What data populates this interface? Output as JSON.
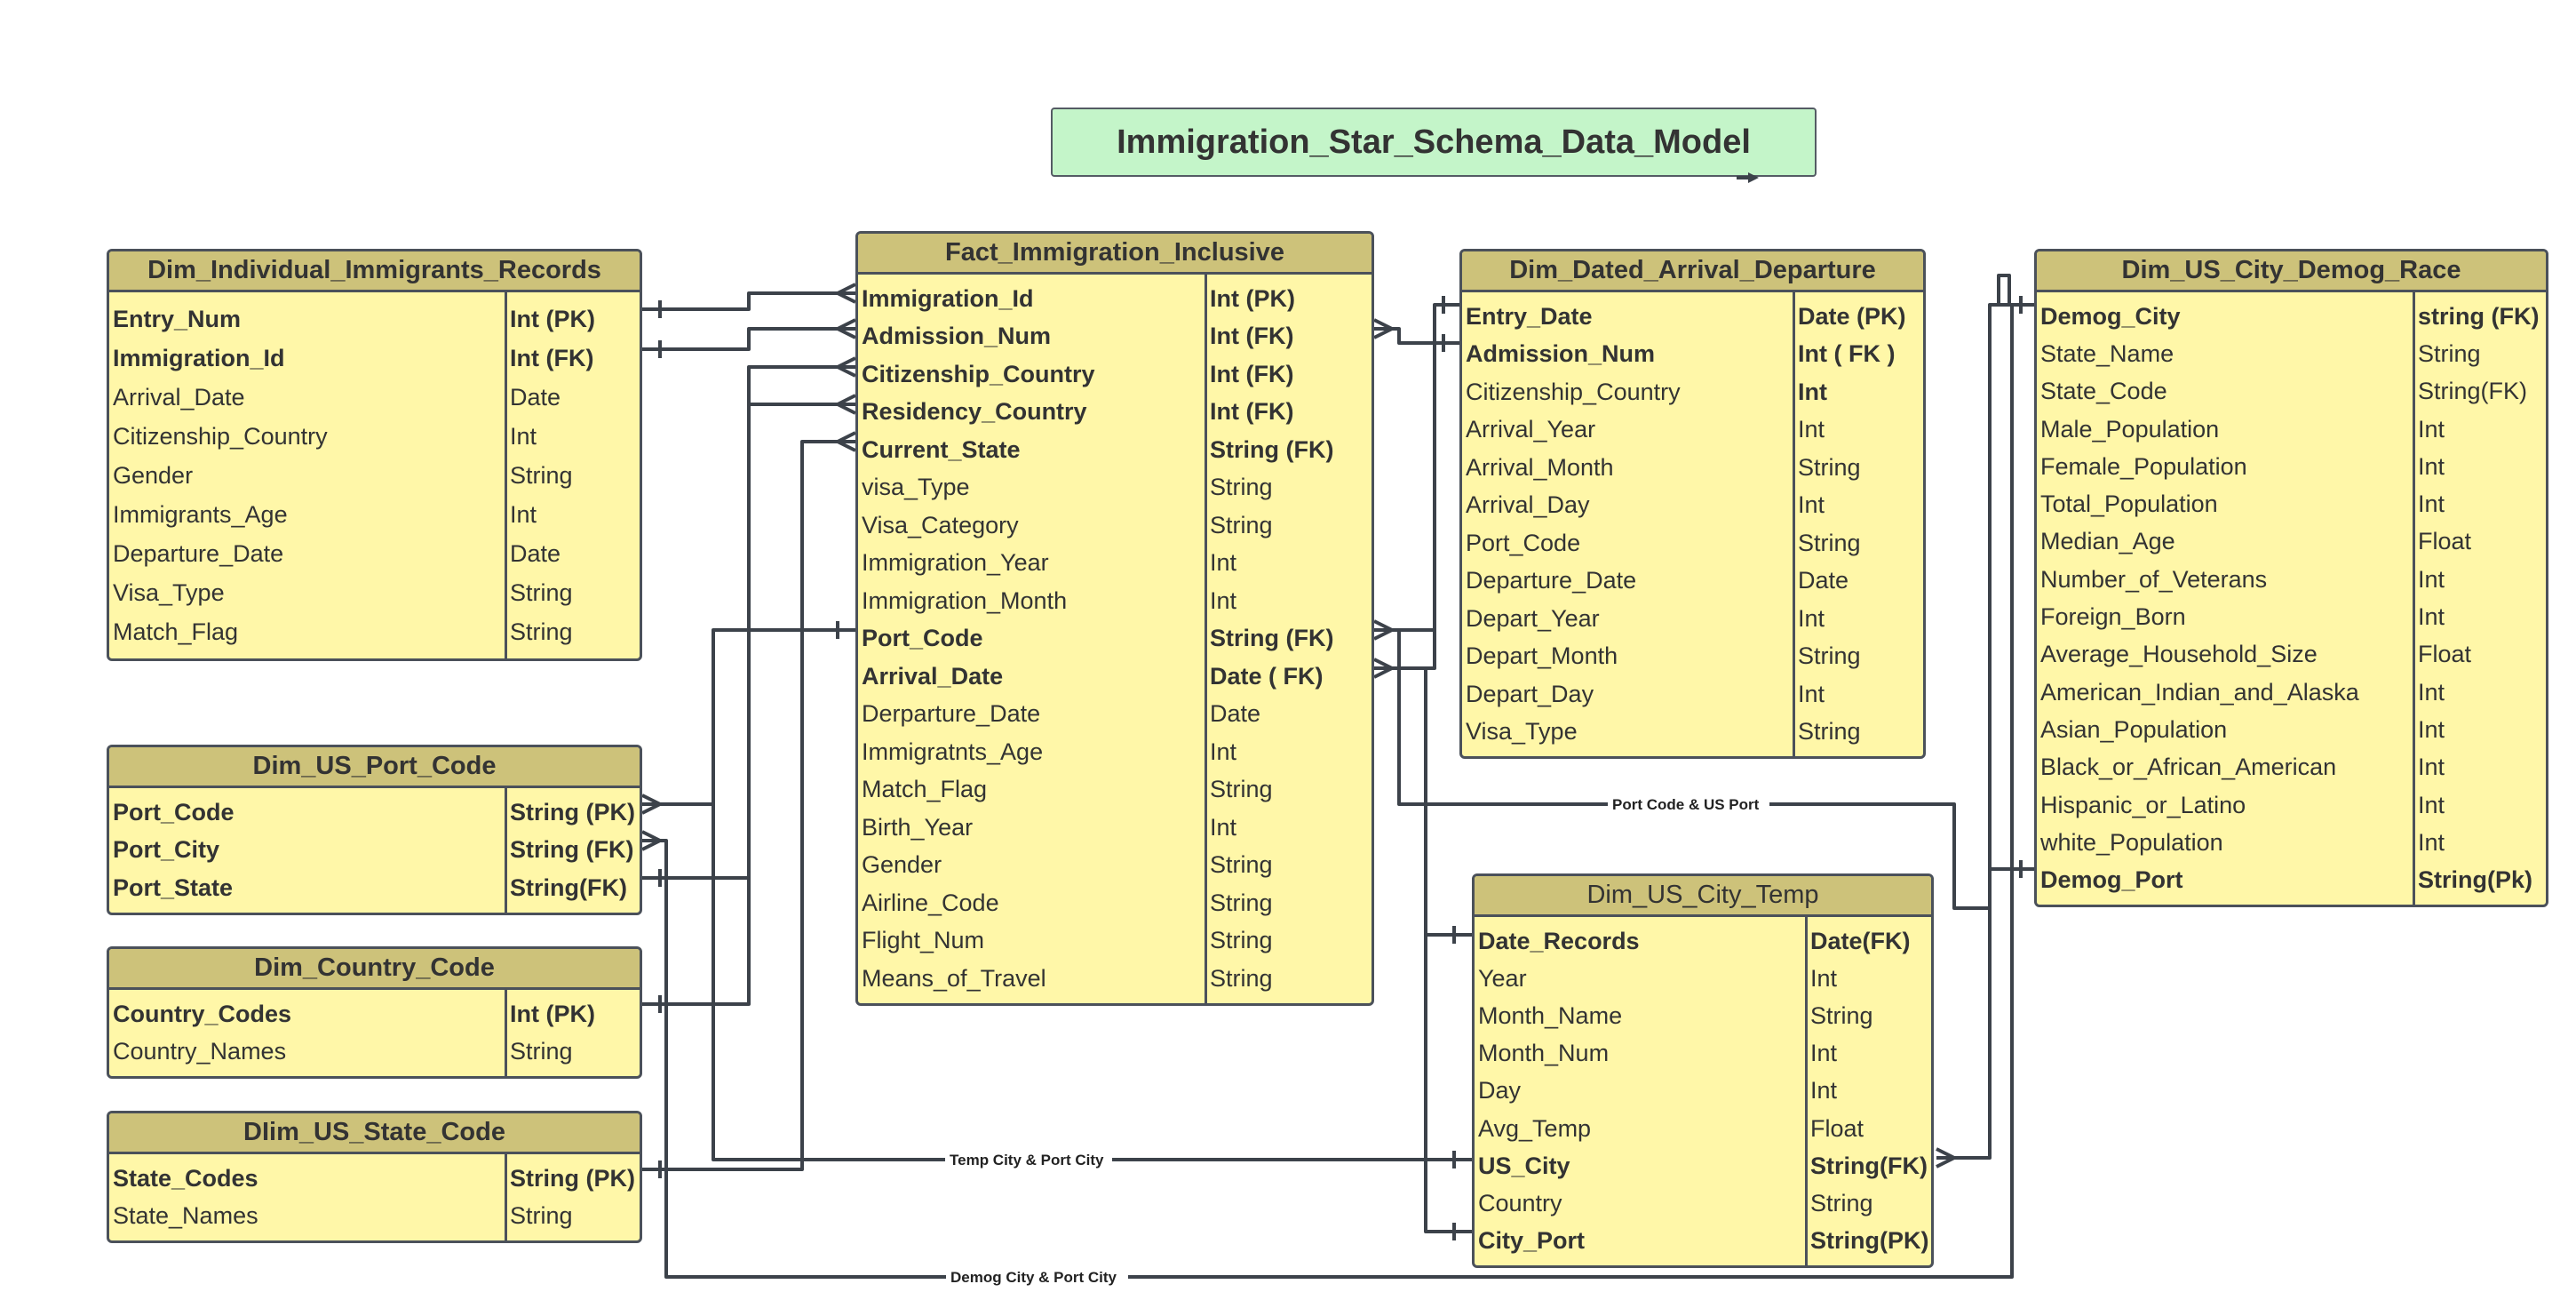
{
  "title": "Immigration_Star_Schema_Data_Model",
  "tables": [
    {
      "name": "Dim_Individual_Immigrants_Records",
      "columns": [
        {
          "field": "Entry_Num",
          "type": "Int (PK)",
          "bold": true
        },
        {
          "field": "Immigration_Id",
          "type": "Int (FK)",
          "bold": true
        },
        {
          "field": "Arrival_Date",
          "type": "Date",
          "bold": false
        },
        {
          "field": "Citizenship_Country",
          "type": "Int",
          "bold": false
        },
        {
          "field": "Gender",
          "type": "String",
          "bold": false
        },
        {
          "field": "Immigrants_Age",
          "type": "Int",
          "bold": false
        },
        {
          "field": "Departure_Date",
          "type": "Date",
          "bold": false
        },
        {
          "field": "Visa_Type",
          "type": "String",
          "bold": false
        },
        {
          "field": "Match_Flag",
          "type": "String",
          "bold": false
        }
      ]
    },
    {
      "name": "Fact_Immigration_Inclusive",
      "columns": [
        {
          "field": "Immigration_Id",
          "type": "Int (PK)",
          "bold": true
        },
        {
          "field": "Admission_Num",
          "type": "Int (FK)",
          "bold": true
        },
        {
          "field": "Citizenship_Country",
          "type": "Int (FK)",
          "bold": true
        },
        {
          "field": "Residency_Country",
          "type": "Int (FK)",
          "bold": true
        },
        {
          "field": "Current_State",
          "type": "String (FK)",
          "bold": true
        },
        {
          "field": "visa_Type",
          "type": "String",
          "bold": false
        },
        {
          "field": "Visa_Category",
          "type": "String",
          "bold": false
        },
        {
          "field": "Immigration_Year",
          "type": "Int",
          "bold": false
        },
        {
          "field": "Immigration_Month",
          "type": "Int",
          "bold": false
        },
        {
          "field": "Port_Code",
          "type": "String (FK)",
          "bold": true
        },
        {
          "field": "Arrival_Date",
          "type": "Date ( FK)",
          "bold": true
        },
        {
          "field": "Derparture_Date",
          "type": "Date",
          "bold": false
        },
        {
          "field": "Immigratnts_Age",
          "type": "Int",
          "bold": false
        },
        {
          "field": "Match_Flag",
          "type": "String",
          "bold": false
        },
        {
          "field": "Birth_Year",
          "type": "Int",
          "bold": false
        },
        {
          "field": "Gender",
          "type": "String",
          "bold": false
        },
        {
          "field": "Airline_Code",
          "type": "String",
          "bold": false
        },
        {
          "field": "Flight_Num",
          "type": "String",
          "bold": false
        },
        {
          "field": "Means_of_Travel",
          "type": "String",
          "bold": false
        }
      ]
    },
    {
      "name": "Dim_Dated_Arrival_Departure",
      "columns": [
        {
          "field": "Entry_Date",
          "type": "Date (PK)",
          "bold": true
        },
        {
          "field": "Admission_Num",
          "type": "Int ( FK )",
          "bold": true
        },
        {
          "field": "Citizenship_Country",
          "type": "Int",
          "bold": false,
          "typeBold": true
        },
        {
          "field": "Arrival_Year",
          "type": "Int",
          "bold": false
        },
        {
          "field": "Arrival_Month",
          "type": "String",
          "bold": false
        },
        {
          "field": "Arrival_Day",
          "type": "Int",
          "bold": false
        },
        {
          "field": "Port_Code",
          "type": "String",
          "bold": false
        },
        {
          "field": "Departure_Date",
          "type": "Date",
          "bold": false
        },
        {
          "field": "Depart_Year",
          "type": "Int",
          "bold": false
        },
        {
          "field": "Depart_Month",
          "type": "String",
          "bold": false
        },
        {
          "field": "Depart_Day",
          "type": "Int",
          "bold": false
        },
        {
          "field": "Visa_Type",
          "type": "String",
          "bold": false
        }
      ]
    },
    {
      "name": "Dim_US_City_Demog_Race",
      "columns": [
        {
          "field": "Demog_City",
          "type": "string (FK)",
          "bold": true
        },
        {
          "field": "State_Name",
          "type": "String",
          "bold": false
        },
        {
          "field": "State_Code",
          "type": "String(FK)",
          "bold": false
        },
        {
          "field": "Male_Population",
          "type": "Int",
          "bold": false
        },
        {
          "field": "Female_Population",
          "type": "Int",
          "bold": false
        },
        {
          "field": "Total_Population",
          "type": "Int",
          "bold": false
        },
        {
          "field": "Median_Age",
          "type": "Float",
          "bold": false
        },
        {
          "field": "Number_of_Veterans",
          "type": "Int",
          "bold": false
        },
        {
          "field": "Foreign_Born",
          "type": "Int",
          "bold": false
        },
        {
          "field": "Average_Household_Size",
          "type": "Float",
          "bold": false
        },
        {
          "field": "American_Indian_and_Alaska",
          "type": "Int",
          "bold": false
        },
        {
          "field": "Asian_Population",
          "type": "Int",
          "bold": false
        },
        {
          "field": "Black_or_African_American",
          "type": "Int",
          "bold": false
        },
        {
          "field": "Hispanic_or_Latino",
          "type": "Int",
          "bold": false
        },
        {
          "field": "white_Population",
          "type": "Int",
          "bold": false
        },
        {
          "field": "Demog_Port",
          "type": "String(Pk)",
          "bold": true
        }
      ]
    },
    {
      "name": "Dim_US_Port_Code",
      "columns": [
        {
          "field": "Port_Code",
          "type": "String (PK)",
          "bold": true
        },
        {
          "field": "Port_City",
          "type": "String (FK)",
          "bold": true
        },
        {
          "field": "Port_State",
          "type": "String(FK)",
          "bold": true
        }
      ]
    },
    {
      "name": "Dim_Country_Code",
      "columns": [
        {
          "field": "Country_Codes",
          "type": "Int (PK)",
          "bold": true
        },
        {
          "field": "Country_Names",
          "type": "String",
          "bold": false
        }
      ]
    },
    {
      "name": "DIim_US_State_Code",
      "columns": [
        {
          "field": "State_Codes",
          "type": "String (PK)",
          "bold": true
        },
        {
          "field": "State_Names",
          "type": "String",
          "bold": false
        }
      ]
    },
    {
      "name": "Dim_US_City_Temp",
      "light": true,
      "columns": [
        {
          "field": "Date_Records",
          "type": "Date(FK)",
          "bold": true
        },
        {
          "field": "Year",
          "type": "Int",
          "bold": false
        },
        {
          "field": "Month_Name",
          "type": "String",
          "bold": false
        },
        {
          "field": "Month_Num",
          "type": "Int",
          "bold": false
        },
        {
          "field": "Day",
          "type": "Int",
          "bold": false
        },
        {
          "field": "Avg_Temp",
          "type": "Float",
          "bold": false
        },
        {
          "field": "US_City",
          "type": "String(FK)",
          "bold": true
        },
        {
          "field": "Country",
          "type": "String",
          "bold": false
        },
        {
          "field": "City_Port",
          "type": "String(PK)",
          "bold": true
        }
      ]
    }
  ],
  "relationship_labels": {
    "port_code_us_port": "Port Code & US Port",
    "temp_city_port_city": "Temp City & Port City",
    "demog_city_port_city": "Demog City & Port City"
  },
  "colors": {
    "header": "#cdc27a",
    "body": "#fff7a8",
    "border": "#4b515a",
    "title_bg": "#c4f5c9",
    "line": "#3c424a"
  }
}
